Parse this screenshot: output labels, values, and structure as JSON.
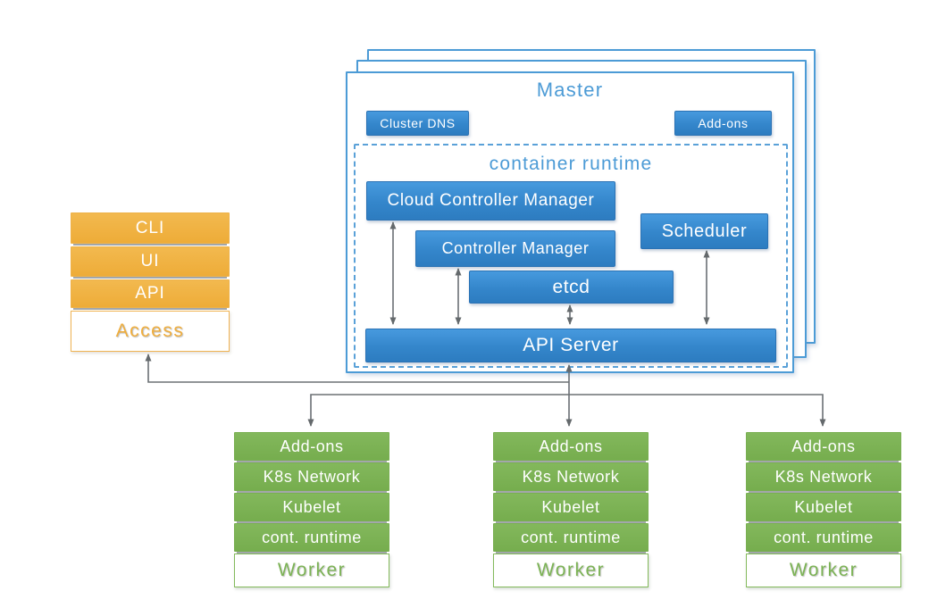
{
  "master": {
    "title": "Master",
    "buttons": {
      "cluster_dns": "Cluster DNS",
      "addons": "Add-ons"
    },
    "runtime": {
      "title": "container runtime"
    },
    "components": {
      "cloud_controller_manager": "Cloud Controller Manager",
      "controller_manager": "Controller Manager",
      "etcd": "etcd",
      "scheduler": "Scheduler",
      "api_server": "API Server"
    }
  },
  "access": {
    "rows": [
      "CLI",
      "UI",
      "API"
    ],
    "label": "Access"
  },
  "workers": [
    {
      "rows": [
        "Add-ons",
        "K8s Network",
        "Kubelet",
        "cont. runtime"
      ],
      "label": "Worker"
    },
    {
      "rows": [
        "Add-ons",
        "K8s Network",
        "Kubelet",
        "cont. runtime"
      ],
      "label": "Worker"
    },
    {
      "rows": [
        "Add-ons",
        "K8s Network",
        "Kubelet",
        "cont. runtime"
      ],
      "label": "Worker"
    }
  ],
  "colors": {
    "component_blue": "#3486cb",
    "outline_blue": "#4c9bd6",
    "access_orange": "#f0b041",
    "worker_green": "#7cb355",
    "arrow_gray": "#66696c"
  }
}
